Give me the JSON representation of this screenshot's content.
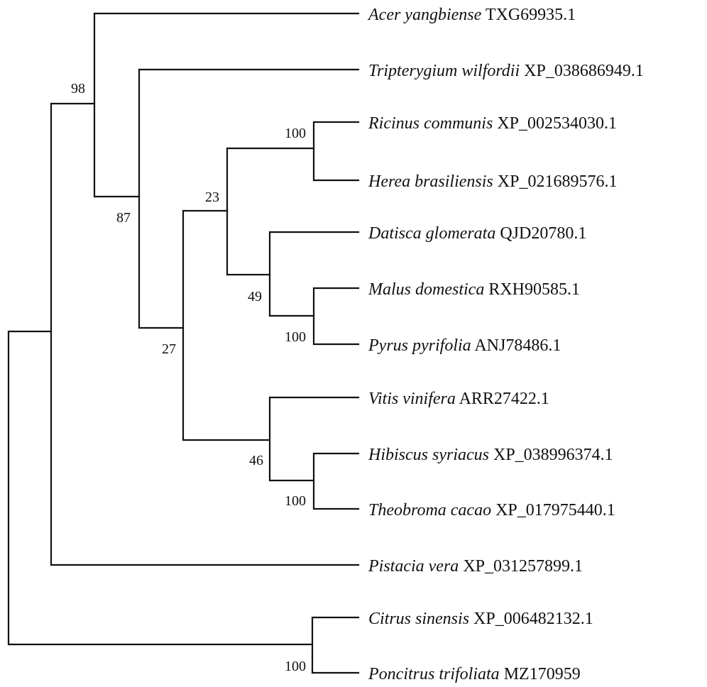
{
  "tree": {
    "taxa": [
      {
        "species": "Acer yangbiense",
        "accession": "TXG69935.1"
      },
      {
        "species": "Tripterygium wilfordii",
        "accession": "XP_038686949.1"
      },
      {
        "species": "Ricinus communis",
        "accession": "XP_002534030.1"
      },
      {
        "species": "Herea brasiliensis",
        "accession": "XP_021689576.1"
      },
      {
        "species": "Datisca glomerata",
        "accession": "QJD20780.1"
      },
      {
        "species": "Malus domestica",
        "accession": "RXH90585.1"
      },
      {
        "species": "Pyrus pyrifolia",
        "accession": "ANJ78486.1"
      },
      {
        "species": "Vitis vinifera",
        "accession": "ARR27422.1"
      },
      {
        "species": "Hibiscus syriacus",
        "accession": "XP_038996374.1"
      },
      {
        "species": "Theobroma cacao",
        "accession": "XP_017975440.1"
      },
      {
        "species": "Pistacia vera",
        "accession": "XP_031257899.1"
      },
      {
        "species": "Citrus sinensis",
        "accession": "XP_006482132.1"
      },
      {
        "species": "Poncitrus trifoliata",
        "accession": "MZ170959"
      }
    ],
    "bootstrap": {
      "acer_clade": "98",
      "tripterygium_clade": "87",
      "ricinus_herea": "100",
      "euphorbia_rosales": "23",
      "datisca_malus_pyrus": "49",
      "malus_pyrus": "100",
      "ingroup": "27",
      "vitis_malvales": "46",
      "hibiscus_theobroma": "100",
      "citrus_poncitrus": "100"
    }
  }
}
